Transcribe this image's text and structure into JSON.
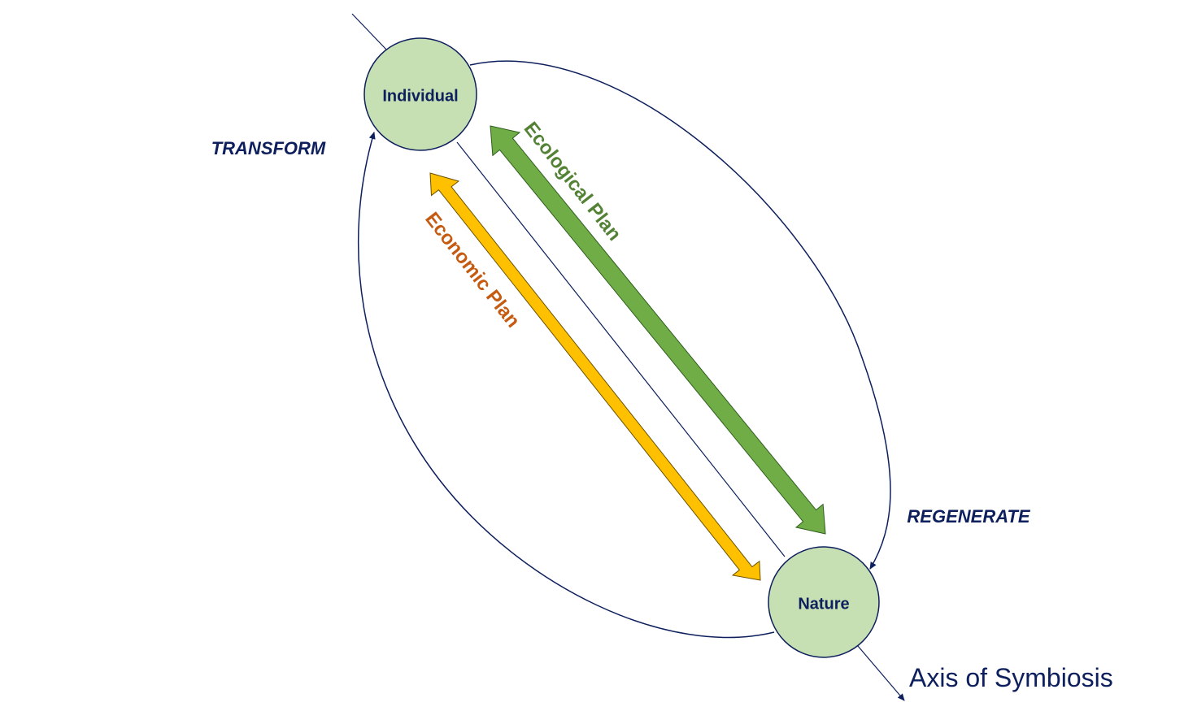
{
  "nodes": {
    "individual": {
      "label": "Individual"
    },
    "nature": {
      "label": "Nature"
    }
  },
  "labels": {
    "transform": "TRANSFORM",
    "regenerate": "REGENERATE",
    "ecological_plan": "Ecological Plan",
    "economic_plan": "Economic Plan",
    "axis": "Axis of Symbiosis"
  },
  "colors": {
    "navy": "#0d1f5c",
    "node_fill": "#c6e0b4",
    "node_stroke": "#0d1f5c",
    "ecological_arrow": "#70ad47",
    "ecological_text": "#548235",
    "economic_arrow": "#ffc000",
    "economic_text": "#c55a11"
  }
}
